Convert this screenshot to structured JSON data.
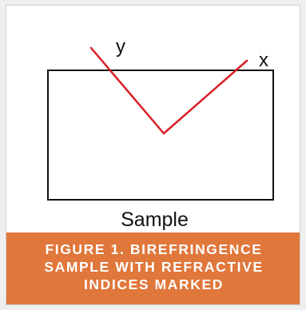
{
  "diagram": {
    "axis_y_label": "y",
    "axis_x_label": "x",
    "sample_label": "Sample",
    "colors": {
      "outline": "#111111",
      "axis_lines": "#d81f26",
      "caption_bg": "#e0773b",
      "caption_text": "#ffffff"
    }
  },
  "caption": {
    "line1": "FIGURE 1. BIREFRINGENCE",
    "line2": "SAMPLE WITH REFRACTIVE",
    "line3": "INDICES MARKED"
  }
}
